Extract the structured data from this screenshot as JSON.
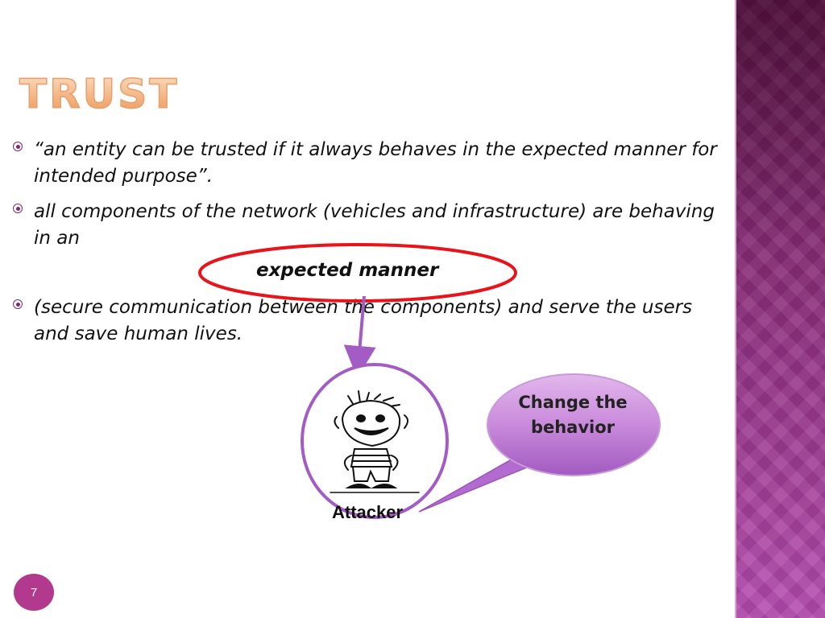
{
  "slide": {
    "title": "TRUST",
    "bullets": [
      "“an entity can be trusted if it always behaves in the expected manner  for intended purpose”.",
      "all components of the network (vehicles and infrastructure) are behaving in an",
      "(secure communication between the components) and serve the users and save human lives."
    ],
    "highlight": "expected manner",
    "attacker_label": "Attacker",
    "callout_text": "Change the behavior",
    "page_number": "7"
  },
  "colors": {
    "title": "#f3b27e",
    "sidebar": "#8c2f7c",
    "highlight_ellipse": "#e8141c",
    "arrow": "#a35cc4",
    "bullet": "#7a2a6c",
    "page_badge": "#b23a8e"
  },
  "icons": {
    "bullet": "circled-dot-icon",
    "attacker": "grinning-boy-cartoon-icon"
  }
}
